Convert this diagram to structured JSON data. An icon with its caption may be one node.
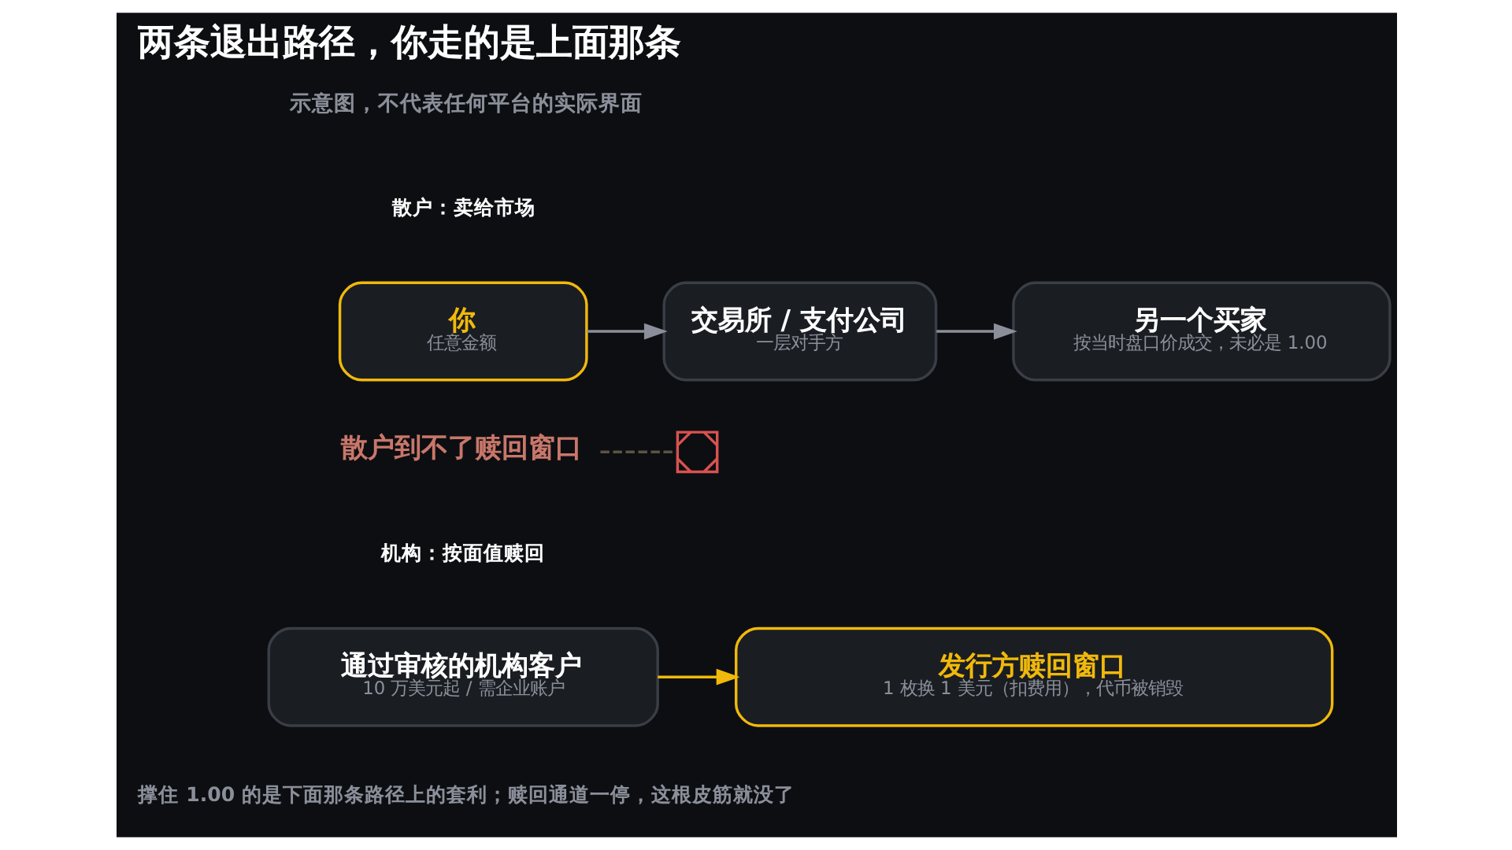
{
  "diagram": {
    "title": "两条退出路径，你走的是上面那条",
    "caption": "撑住 1.00 的是下面那条路径上的套利；赎回通道一停，这根皮筋就没了",
    "nodes": [
      {
        "text": [
          "你",
          "任意金额"
        ]
      },
      {
        "text": [
          "交易所 / 支付公司",
          "一层对手方"
        ]
      },
      {
        "text": [
          "另一个买家",
          "按当时盘口价成交，未必是 1.00"
        ]
      },
      {
        "text": [
          "散户到不了赎回窗口"
        ]
      },
      {
        "text": [],
        "shape": "cross"
      },
      {
        "text": [
          "通过审核的机构客户",
          "10 万美元起 / 需企业账户"
        ]
      },
      {
        "text": [
          "发行方赎回窗口",
          "1 枚换 1 美元（扣费用），代币被销毁"
        ]
      }
    ],
    "edges": [
      {
        "from": 0,
        "to": 1,
        "arrow": "to"
      },
      {
        "from": 1,
        "to": 2,
        "arrow": "to"
      },
      {
        "from": 3,
        "to": 4,
        "arrow": "none",
        "style": "dashed",
        "color": "#5c5442"
      },
      {
        "from": 5,
        "to": 6,
        "arrow": "to",
        "color": "#f0b90b"
      }
    ],
    "labels": [
      "示意图，不代表任何平台的实际界面",
      "散户：卖给市场",
      "机构：按面值赎回"
    ]
  }
}
